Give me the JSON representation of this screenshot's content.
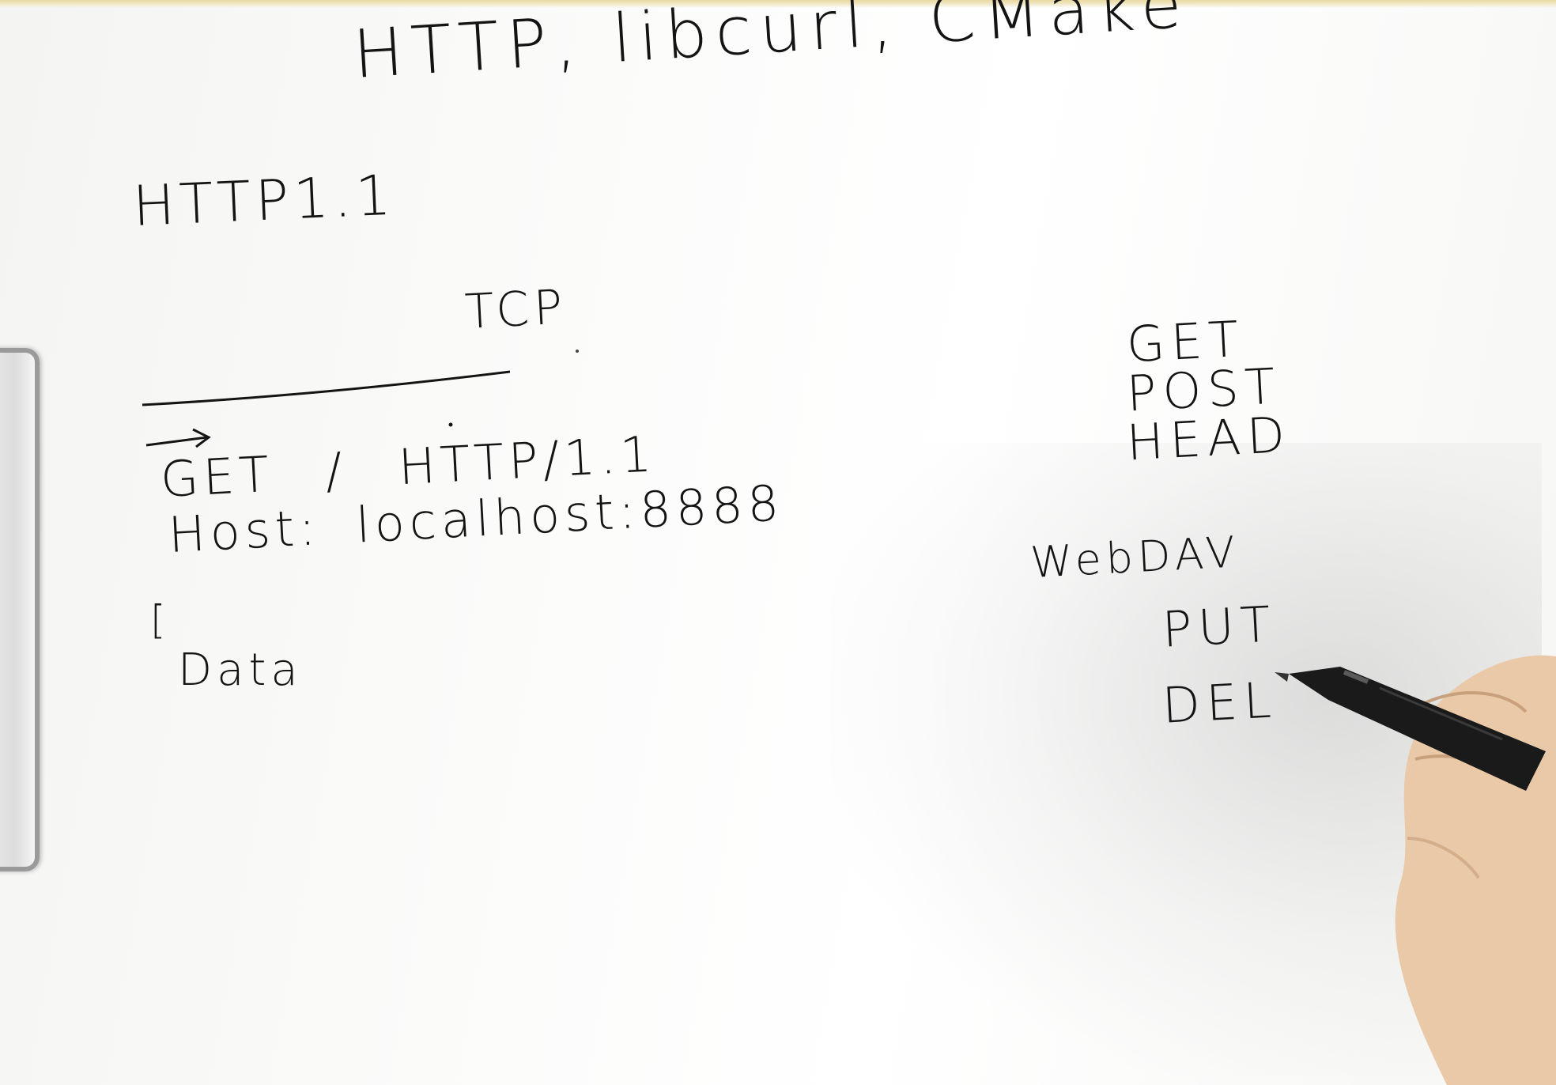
{
  "whiteboard": {
    "title": "HTTP, libcurl, CMake",
    "version": "HTTP1.1",
    "tcp_label": "TCP",
    "request": {
      "line": "GET  /   HTTP/1.1",
      "host": "Host:  localhost:8888",
      "bracket": "[",
      "data": "Data"
    },
    "methods": [
      "GET",
      "POST",
      "HEAD"
    ],
    "webdav": {
      "label": "WebDAV",
      "methods": [
        "PUT",
        "DEL"
      ]
    }
  },
  "icons": [
    "pen-icon",
    "hand-icon"
  ],
  "colors": {
    "ink": "#141414",
    "paper": "#ffffff",
    "skin": "#e9c9a8"
  }
}
